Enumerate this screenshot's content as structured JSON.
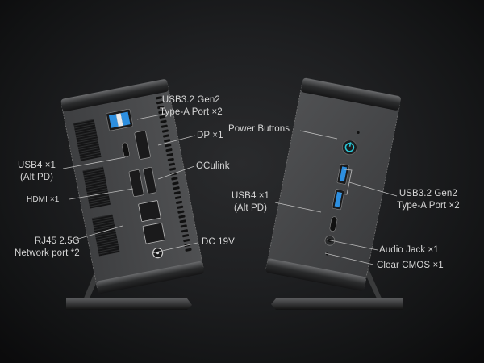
{
  "left_device": {
    "view": "rear",
    "callouts": [
      {
        "id": "usb32-rear",
        "line1": "USB3.2 Gen2",
        "line2": "Type-A Port ×2"
      },
      {
        "id": "dp",
        "line1": "DP ×1"
      },
      {
        "id": "usb4-rear",
        "line1": "USB4 ×1",
        "line2": "(Alt PD)"
      },
      {
        "id": "oculink",
        "line1": "OCulink"
      },
      {
        "id": "hdmi",
        "line1": "HDMI ×1"
      },
      {
        "id": "rj45",
        "line1": "RJ45 2.5G",
        "line2": "Network port *2"
      },
      {
        "id": "dc",
        "line1": "DC 19V"
      }
    ]
  },
  "right_device": {
    "view": "front",
    "callouts": [
      {
        "id": "power",
        "line1": "Power Buttons"
      },
      {
        "id": "usb4-front",
        "line1": "USB4 ×1",
        "line2": "(Alt PD)"
      },
      {
        "id": "usb32-front",
        "line1": "USB3.2 Gen2",
        "line2": "Type-A Port ×2"
      },
      {
        "id": "audio",
        "line1": "Audio Jack ×1"
      },
      {
        "id": "cmos",
        "line1": "Clear CMOS ×1"
      }
    ]
  },
  "colors": {
    "background": "#1e1f21",
    "device_body": "#4a4b4d",
    "usb_blue": "#2d8fe0",
    "power_ring": "#29c6d6",
    "label_text": "#d6d6d6"
  }
}
